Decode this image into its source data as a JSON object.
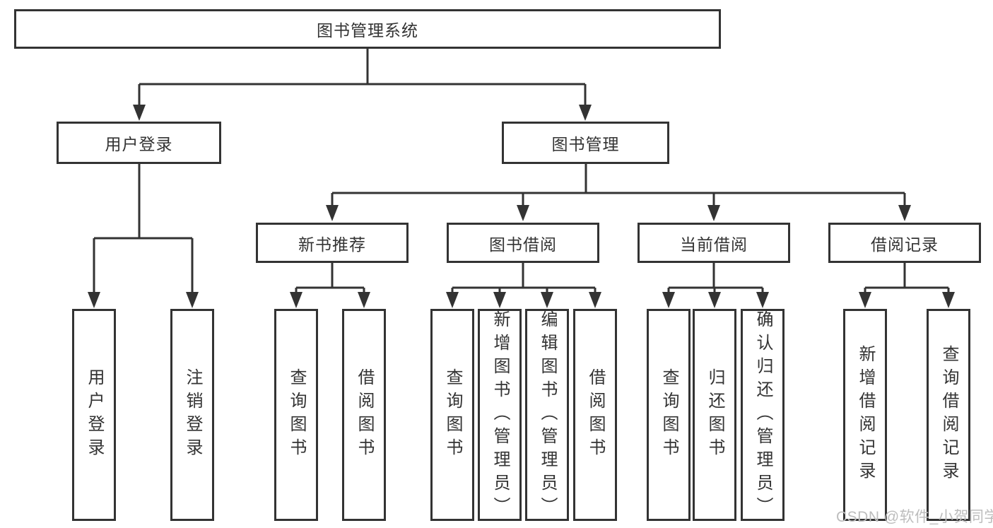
{
  "diagram": {
    "root": {
      "label": "图书管理系统"
    },
    "branches": [
      {
        "label": "用户登录",
        "leaves": [
          "用户登录",
          "注销登录"
        ]
      },
      {
        "label": "图书管理",
        "groups": [
          {
            "label": "新书推荐",
            "leaves": [
              "查询图书",
              "借阅图书"
            ]
          },
          {
            "label": "图书借阅",
            "leaves": [
              "查询图书",
              "新增图书（管理员）",
              "编辑图书（管理员）",
              "借阅图书"
            ]
          },
          {
            "label": "当前借阅",
            "leaves": [
              "查询图书",
              "归还图书",
              "确认归还（管理员）"
            ]
          },
          {
            "label": "借阅记录",
            "leaves": [
              "新增借阅记录",
              "查询借阅记录"
            ]
          }
        ]
      }
    ]
  },
  "watermark": {
    "text": "CSDN @软件_小贺同学"
  },
  "colors": {
    "line": "#333333",
    "box_border": "#333333",
    "text": "#333333",
    "watermark": "#bdbdbd",
    "background": "#ffffff"
  }
}
